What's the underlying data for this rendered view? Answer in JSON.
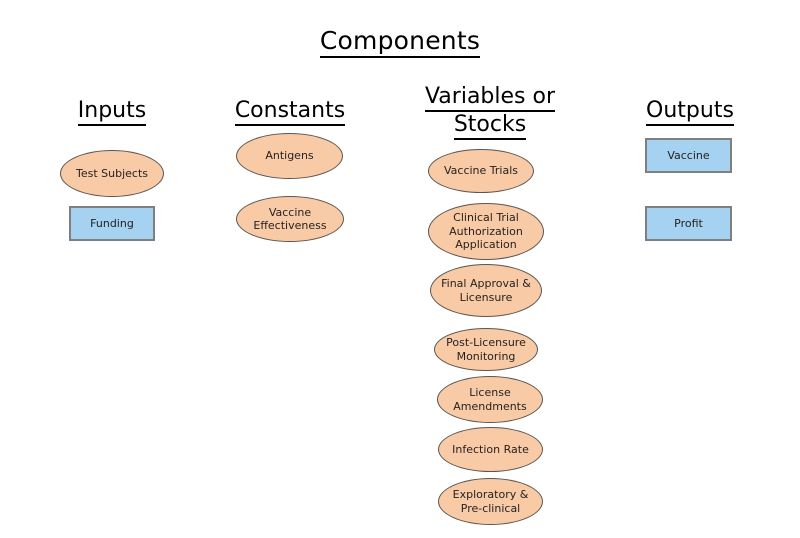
{
  "title": "Components",
  "colors": {
    "ellipse_fill": "#F8CBA6",
    "ellipse_stroke": "#5A5550",
    "rect_fill": "#A5D2F0",
    "rect_stroke": "#7F7F7F",
    "background": "#FFFFFF",
    "text": "#231F20"
  },
  "columns": [
    {
      "id": "inputs",
      "header": "Inputs",
      "nodes": [
        {
          "label": "Test Subjects",
          "shape": "ellipse"
        },
        {
          "label": "Funding",
          "shape": "rect"
        }
      ]
    },
    {
      "id": "constants",
      "header": "Constants",
      "nodes": [
        {
          "label": "Antigens",
          "shape": "ellipse"
        },
        {
          "label": "Vaccine\nEffectiveness",
          "shape": "ellipse"
        }
      ]
    },
    {
      "id": "variables-or-stocks",
      "header": "Variables or Stocks",
      "header_line1": "Variables or",
      "header_line2": "Stocks",
      "nodes": [
        {
          "label": "Vaccine Trials",
          "shape": "ellipse"
        },
        {
          "label": "Clinical Trial\nAuthorization\nApplication",
          "shape": "ellipse"
        },
        {
          "label": "Final Approval &\nLicensure",
          "shape": "ellipse"
        },
        {
          "label": "Post-Licensure\nMonitoring",
          "shape": "ellipse"
        },
        {
          "label": "License\nAmendments",
          "shape": "ellipse"
        },
        {
          "label": "Infection Rate",
          "shape": "ellipse"
        },
        {
          "label": "Exploratory &\nPre-clinical",
          "shape": "ellipse"
        }
      ]
    },
    {
      "id": "outputs",
      "header": "Outputs",
      "nodes": [
        {
          "label": "Vaccine",
          "shape": "rect"
        },
        {
          "label": "Profit",
          "shape": "rect"
        }
      ]
    }
  ]
}
